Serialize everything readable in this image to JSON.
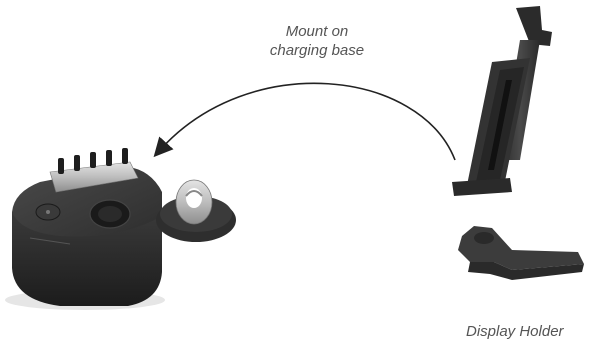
{
  "captions": {
    "mount_line1": "Mount on",
    "mount_line2": "charging base",
    "display_holder": "Display Holder"
  },
  "colors": {
    "background": "#ffffff",
    "base_body": "#2b2b2b",
    "base_top": "#3a3a3a",
    "metal": "#b8b8b8",
    "holder": "#3c3c3c",
    "arrow": "#222222",
    "caption_text": "#555555"
  }
}
